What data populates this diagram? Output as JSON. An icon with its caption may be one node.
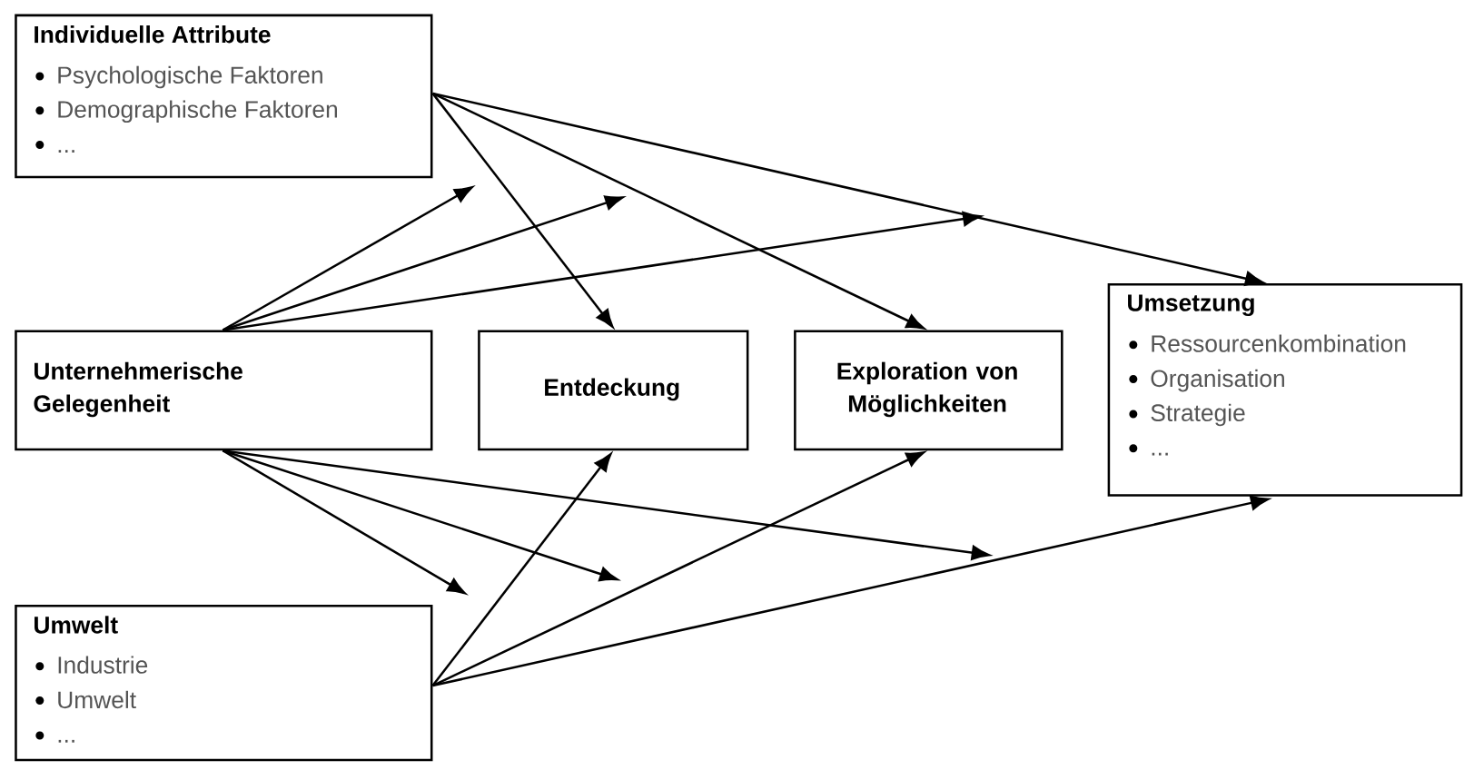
{
  "diagram": {
    "nodes": [
      {
        "text": [
          "Individuelle Attribute",
          "Psychologische Faktoren",
          "Demographische Faktoren",
          "..."
        ]
      },
      {
        "text": [
          "Unternehmerische Gelegenheit"
        ]
      },
      {
        "text": [
          "Entdeckung"
        ]
      },
      {
        "text": [
          "Exploration von Möglichkeiten"
        ]
      },
      {
        "text": [
          "Umsetzung",
          "Ressourcenkombination",
          "Organisation",
          "Strategie",
          "..."
        ]
      },
      {
        "text": [
          "Umwelt",
          "Industrie",
          "Umwelt",
          "..."
        ]
      }
    ],
    "edges": [
      {
        "from": 0,
        "to": 2,
        "arrow": "to"
      },
      {
        "from": 0,
        "to": 3,
        "arrow": "to"
      },
      {
        "from": 0,
        "to": 4,
        "arrow": "to"
      },
      {
        "from": 1,
        "to": null,
        "arrow": "to"
      },
      {
        "from": 1,
        "to": null,
        "arrow": "to"
      },
      {
        "from": 1,
        "to": null,
        "arrow": "to"
      },
      {
        "from": 1,
        "to": null,
        "arrow": "to"
      },
      {
        "from": 1,
        "to": null,
        "arrow": "to"
      },
      {
        "from": 1,
        "to": null,
        "arrow": "to"
      },
      {
        "from": 5,
        "to": 2,
        "arrow": "to"
      },
      {
        "from": 5,
        "to": 3,
        "arrow": "to"
      },
      {
        "from": 5,
        "to": 4,
        "arrow": "to"
      }
    ]
  }
}
